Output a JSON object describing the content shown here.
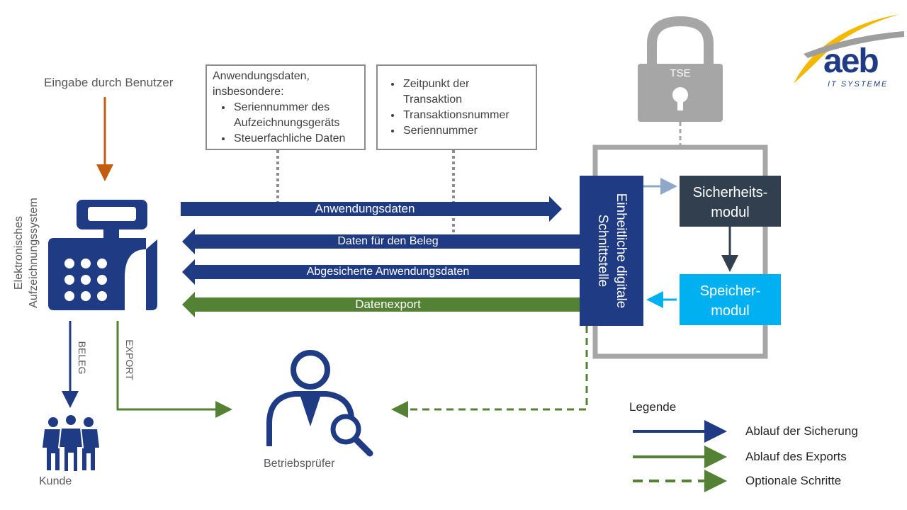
{
  "input_label": "Eingabe durch Benutzer",
  "register_label_line1": "Elektronisches",
  "register_label_line2": "Aufzeichnungssystem",
  "box1": {
    "line1": "Anwendungsdaten,",
    "line2": "insbesondere:",
    "items": [
      "Seriennummer des Aufzeichnungsgeräts",
      "Steuerfachliche Daten"
    ]
  },
  "box2": {
    "items": [
      "Zeitpunkt der Transaktion",
      "Transaktionsnummer",
      "Seriennummer"
    ]
  },
  "flows": {
    "anwendungsdaten": "Anwendungsdaten",
    "beleg_daten": "Daten für den Beleg",
    "abgesichert": "Abgesicherte Anwendungsdaten",
    "export": "Datenexport"
  },
  "tse_label": "TSE",
  "interface_line1": "Einheitliche digitale",
  "interface_line2": "Schnittstelle",
  "security_module_line1": "Sicherheits-",
  "security_module_line2": "modul",
  "storage_module_line1": "Speicher-",
  "storage_module_line2": "modul",
  "beleg_vertical": "BELEG",
  "export_vertical": "EXPORT",
  "customer_label": "Kunde",
  "auditor_label": "Betriebsprüfer",
  "legend": {
    "title": "Legende",
    "items": [
      "Ablauf der Sicherung",
      "Ablauf des Exports",
      "Optionale Schritte"
    ]
  },
  "logo": {
    "brand": "aeb",
    "sub": "IT SYSTEME"
  },
  "colors": {
    "blue": "#1f3b84",
    "green": "#548235",
    "orange": "#c55a11",
    "dark": "#323f4f",
    "cyan": "#00b0f0",
    "gray": "#8c8c8c",
    "lightblue": "#8fa8c8"
  }
}
